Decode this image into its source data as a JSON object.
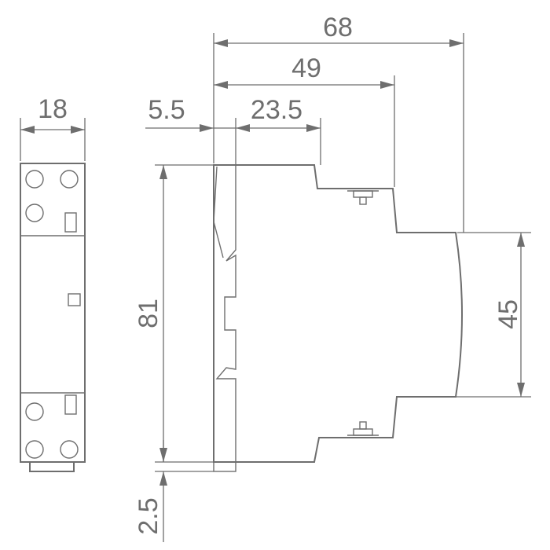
{
  "dimensions": {
    "front_width": "18",
    "overall_depth": "68",
    "depth_to_step": "49",
    "rail_offset": "5.5",
    "upper_step": "23.5",
    "height": "81",
    "front_height": "45",
    "rail_clearance": "2.5"
  },
  "colors": {
    "line": "#6e6e6e",
    "background": "#ffffff"
  }
}
